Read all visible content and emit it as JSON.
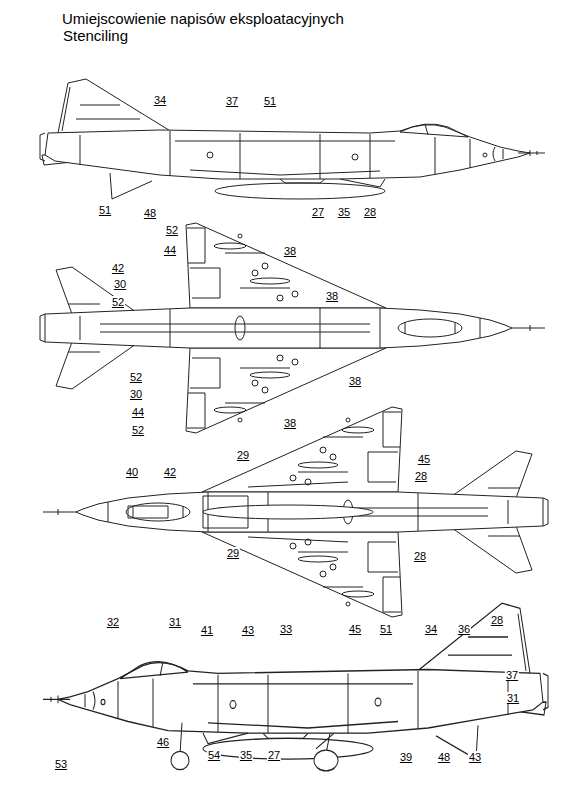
{
  "diagram": {
    "title": "Umiejscowienie napisów eksploatacyjnych",
    "labels": [
      "Stenciling",
      "34",
      "37",
      "51",
      "51",
      "48",
      "27",
      "35",
      "28",
      "52",
      "44",
      "38",
      "42",
      "30",
      "52",
      "38",
      "52",
      "30",
      "38",
      "44",
      "52",
      "38",
      "29",
      "45",
      "28",
      "40",
      "42",
      "29",
      "28",
      "32",
      "31",
      "41",
      "43",
      "33",
      "45",
      "51",
      "34",
      "36",
      "28",
      "37",
      "31",
      "53",
      "46",
      "54",
      "35",
      "27",
      "39",
      "48",
      "43"
    ]
  }
}
